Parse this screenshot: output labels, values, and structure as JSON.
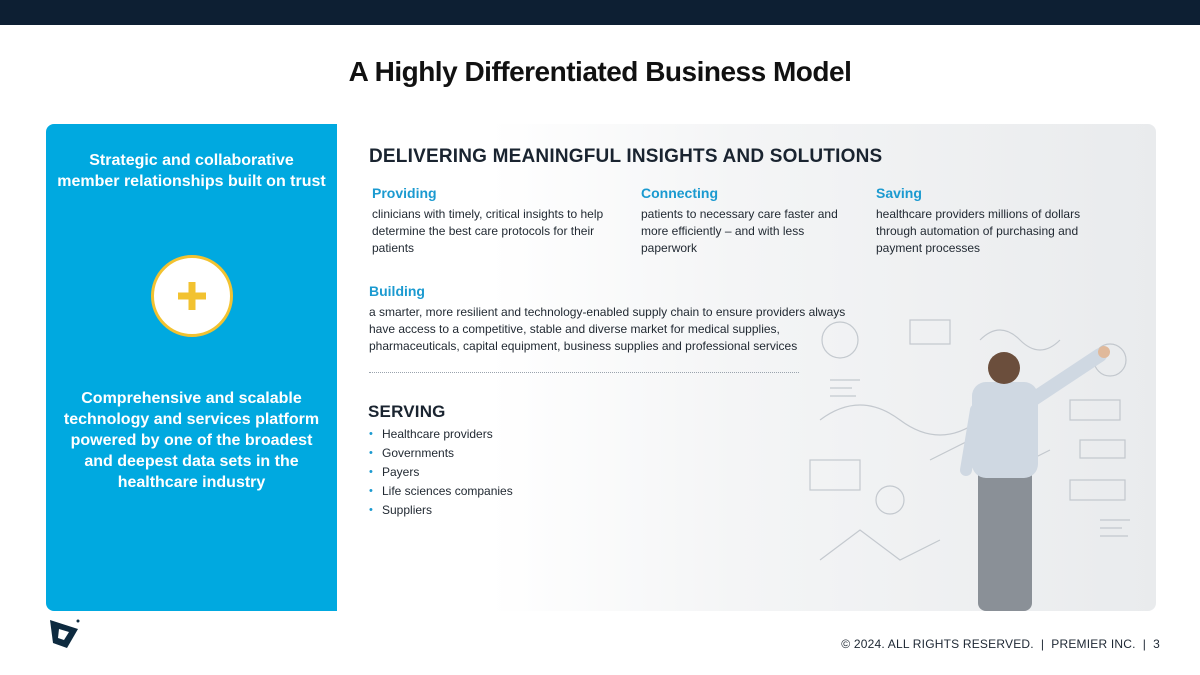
{
  "title": "A Highly Differentiated Business Model",
  "left_panel": {
    "top_text": "Strategic and collaborative member relationships built on trust",
    "plus_icon": "plus-icon",
    "bottom_text": "Comprehensive and scalable technology and services platform powered by one of the broadest and deepest data sets in the healthcare industry"
  },
  "delivering": {
    "heading": "DELIVERING MEANINGFUL INSIGHTS AND SOLUTIONS",
    "columns": [
      {
        "title": "Providing",
        "text": "clinicians with timely, critical insights to help determine the best care protocols for their patients"
      },
      {
        "title": "Connecting",
        "text": "patients to necessary care faster and more efficiently – and with less paperwork"
      },
      {
        "title": "Saving",
        "text": "healthcare providers millions of dollars through automation of purchasing and payment processes"
      }
    ],
    "building": {
      "title": "Building",
      "text": "a smarter, more resilient and technology-enabled supply chain to ensure providers always have access to a competitive, stable and diverse market for medical supplies, pharmaceuticals, capital equipment, business supplies and professional services"
    }
  },
  "serving": {
    "heading": "SERVING",
    "items": [
      "Healthcare providers",
      "Governments",
      "Payers",
      "Life sciences companies",
      "Suppliers"
    ],
    "bullet": "•"
  },
  "footer": {
    "text": "© 2024. ALL RIGHTS RESERVED.  |  PREMIER INC.  |  3"
  },
  "colors": {
    "panel_blue": "#00a9e0",
    "accent_blue": "#1b9ad0",
    "plus_yellow": "#f2c230",
    "top_bar": "#0d1f33"
  }
}
